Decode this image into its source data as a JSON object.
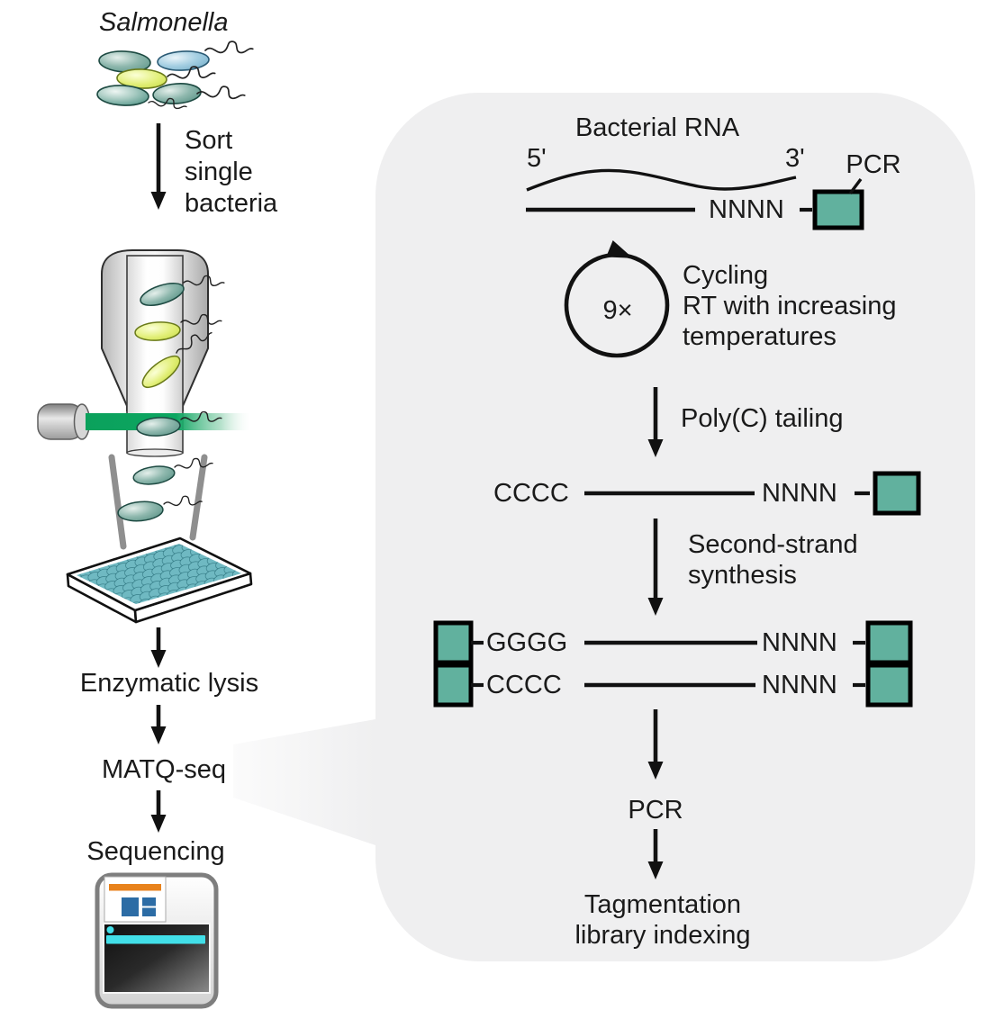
{
  "figure": {
    "organism": "Salmonella",
    "sort_step_lines": [
      "Sort",
      "single",
      "bacteria"
    ],
    "lysis_step": "Enzymatic lysis",
    "method_step": "MATQ-seq",
    "sequencing_step": "Sequencing"
  },
  "panel": {
    "title": "Bacterial RNA",
    "rna_five_prime": "5'",
    "rna_three_prime": "3'",
    "primer_anchor_1": "NNNN",
    "adapter_label": "PCR",
    "cycle_count": "9×",
    "cycling_lines": [
      "Cycling",
      "RT with increasing",
      "temperatures"
    ],
    "tailing_step": "Poly(C) tailing",
    "tail_c": "CCCC",
    "primer_anchor_2": "NNNN",
    "second_strand_lines": [
      "Second-strand",
      "synthesis"
    ],
    "duplex_top_left": "GGGG",
    "duplex_top_right": "NNNN",
    "duplex_bottom_left": "CCCC",
    "duplex_bottom_right": "NNNN",
    "pcr_step": "PCR",
    "tagmentation_lines": [
      "Tagmentation",
      "library indexing"
    ]
  },
  "colors": {
    "adapter_teal": "#61b19e",
    "panel_bg": "#efeff0",
    "laser_green": "#0ba15c",
    "well_teal": "#6fb9c2",
    "sequencer_orange": "#e8821c",
    "sequencer_blue": "#2c6ca5",
    "sequencer_cyan": "#42dfe8",
    "text": "#1a1a1a"
  }
}
